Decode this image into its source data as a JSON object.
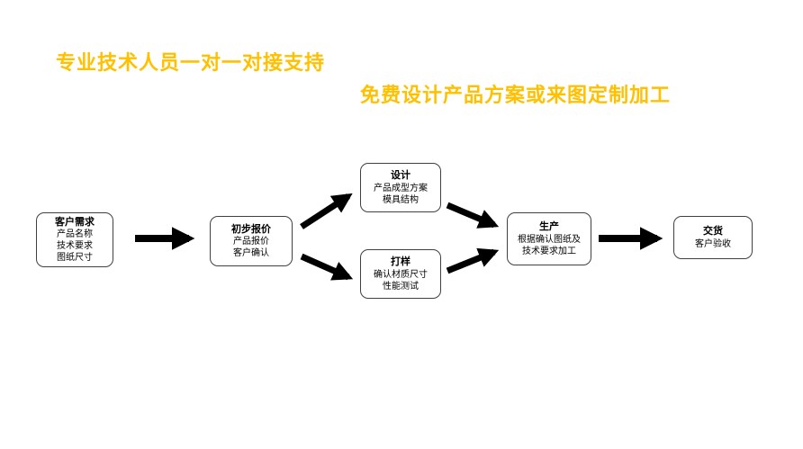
{
  "headings": {
    "line1": "专业技术人员一对一对接支持",
    "line2": "免费设计产品方案或来图定制加工",
    "color": "#FFC000"
  },
  "flowchart": {
    "arrow_color": "#000000",
    "nodes": [
      {
        "id": "customer-needs",
        "title": "客户需求",
        "lines": [
          "产品名称",
          "技术要求",
          "图纸尺寸"
        ]
      },
      {
        "id": "initial-quote",
        "title": "初步报价",
        "lines": [
          "产品报价",
          "客户确认"
        ]
      },
      {
        "id": "design",
        "title": "设计",
        "lines": [
          "产品成型方案",
          "模具结构"
        ]
      },
      {
        "id": "sampling",
        "title": "打样",
        "lines": [
          "确认材质尺寸",
          "性能测试"
        ]
      },
      {
        "id": "production",
        "title": "生产",
        "lines": [
          "根据确认图纸及",
          "技术要求加工"
        ]
      },
      {
        "id": "delivery",
        "title": "交货",
        "lines": [
          "客户验收"
        ]
      }
    ]
  }
}
